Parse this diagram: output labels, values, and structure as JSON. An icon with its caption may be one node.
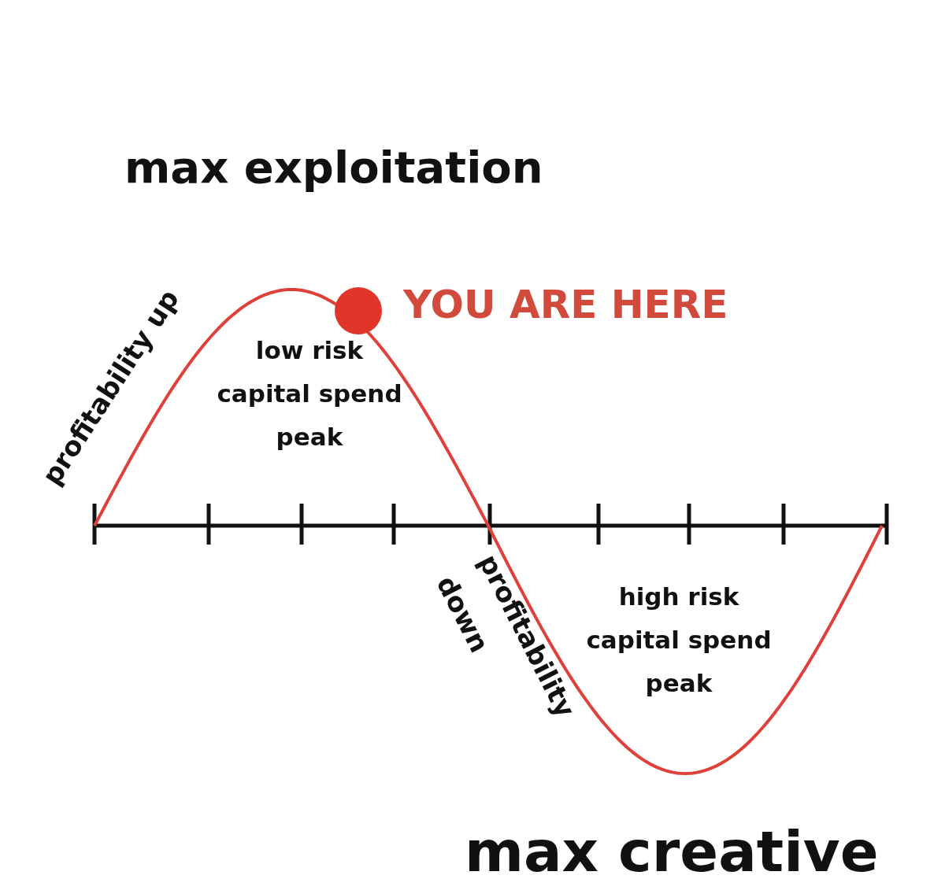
{
  "diagram": {
    "nodes": [
      {
        "text": [],
        "shape": "circle",
        "beside": [
          "YOU ARE HERE"
        ]
      }
    ],
    "labels": [
      "max exploitation",
      "profitability up",
      "low risk capital spend peak",
      "profitability down",
      "high risk capital spend peak",
      "max creative"
    ]
  }
}
